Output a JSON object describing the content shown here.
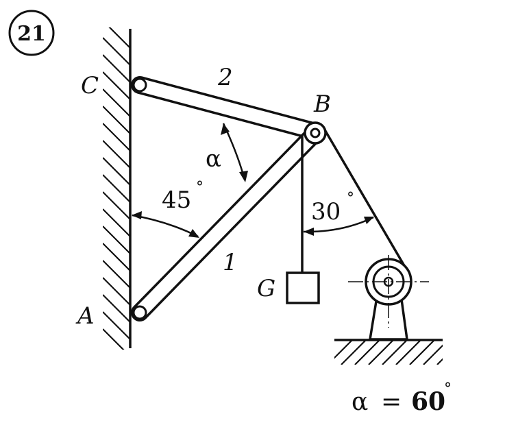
{
  "problem_number": "21",
  "points": {
    "A": "A",
    "B": "B",
    "C": "C",
    "G": "G"
  },
  "rods": {
    "rod1": "1",
    "rod2": "2"
  },
  "angles": {
    "alpha": "α",
    "angle45": "45",
    "angle30": "30",
    "degree_symbol": "°"
  },
  "given": {
    "symbol": "α",
    "equals": "=",
    "value": "60",
    "degree_symbol": "°"
  }
}
